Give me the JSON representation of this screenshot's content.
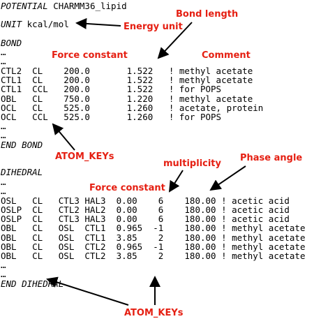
{
  "colors": {
    "annotation": "#e51f12",
    "code": "#000000",
    "arrow": "#000000"
  },
  "header": {
    "potential_keyword": "POTENTIAL",
    "potential_name": "CHARMM36_lipid",
    "unit_keyword": "UNIT",
    "unit_value": "kcal/mol"
  },
  "bond": {
    "header": "BOND",
    "ellipsis_top": [
      "…",
      "…"
    ],
    "rows": [
      "CTL2  CL    200.0       1.522   ! methyl acetate",
      "CTL1  CL    200.0       1.522   ! methyl acetate",
      "CTL1  CCL   200.0       1.522   ! for POPS",
      "OBL   CL    750.0       1.220   ! methyl acetate",
      "OCL   CL    525.0       1.260   ! acetate, protein",
      "OCL   CCL   525.0       1.260   ! for POPS"
    ],
    "ellipsis_bottom": [
      "…",
      "…"
    ],
    "end": "END BOND"
  },
  "dihedral": {
    "header": "DIHEDRAL",
    "ellipsis_top": [
      "…",
      "…"
    ],
    "rows": [
      "OSL   CL   CTL3 HAL3  0.00    6    180.00 ! acetic acid",
      "OSLP  CL   CTL2 HAL2  0.00    6    180.00 ! acetic acid",
      "OSLP  CL   CTL3 HAL3  0.00    6    180.00 ! acetic acid",
      "OBL   CL   OSL  CTL1  0.965  -1    180.00 ! methyl acetate",
      "OBL   CL   OSL  CTL1  3.85    2    180.00 ! methyl acetate",
      "OBL   CL   OSL  CTL2  0.965  -1    180.00 ! methyl acetate",
      "OBL   CL   OSL  CTL2  3.85    2    180.00 ! methyl acetate"
    ],
    "ellipsis_bottom": [
      "…",
      "…"
    ],
    "end": "END DIHEDRAL"
  },
  "annotations": {
    "bond_length": "Bond length",
    "energy_unit": "Energy unit",
    "bond_force_constant": "Force constant",
    "comment": "Comment",
    "atom_keys_bond": "ATOM_KEYs",
    "multiplicity": "multiplicity",
    "phase_angle": "Phase angle",
    "dihedral_force_constant": "Force constant",
    "atom_keys_dihedral": "ATOM_KEYs"
  }
}
